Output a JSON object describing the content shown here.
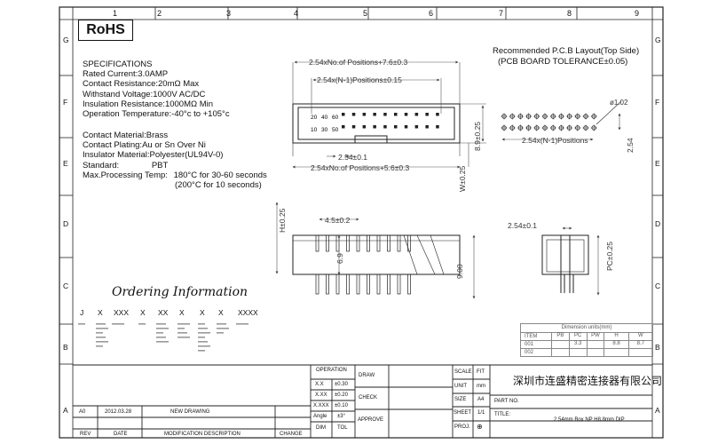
{
  "frame": {
    "columns": [
      "1",
      "2",
      "3",
      "4",
      "5",
      "6",
      "7",
      "8",
      "9"
    ],
    "rows": [
      "G",
      "F",
      "E",
      "D",
      "C",
      "B",
      "A"
    ]
  },
  "logo": "RoHS",
  "specs": {
    "heading": "SPECIFICATIONS",
    "lines": [
      "Rated Current:3.0AMP",
      "Contact Resistance:20mΩ Max",
      "Withstand Voltage:1000V AC/DC",
      "Insulation Resistance:1000MΩ Min",
      "Operation Temperature:-40°c to +105°c"
    ],
    "material_lines": [
      "Contact Material:Brass",
      "Contact Plating:Au or Sn Over Ni",
      "Insulator Material:Polyester(UL94V-0)",
      "Standard:"
    ],
    "standard_value": "PBT",
    "processing_label": "Max.Processing Temp:",
    "processing_line1": "180°C for 30-60 seconds",
    "processing_line2": "(200°C for 10 seconds)"
  },
  "ordering": {
    "title": "Ordering Information",
    "codes": [
      "J",
      "X",
      "XXX",
      "X",
      "XX",
      "X",
      "X",
      "X",
      "XXXX"
    ]
  },
  "dims": {
    "top_overall": "2.54xNo.of Positions+7.6±0.3",
    "top_pitch": "2.54x(N-1)Positions±0.15",
    "height_side": "8.9±0.25",
    "pitch_bottom": "2.54±0.1",
    "body_bottom": "2.54xNo.of Positions+5.6±0.3",
    "width_w": "W±0.25",
    "side_height_h": "H±0.25",
    "side_offset": "4.5±0.2",
    "side_69": "6.9",
    "side_900": "9.00",
    "end_pitch": "2.54±0.1",
    "end_pc": "PC±0.25",
    "pin_labels_top": [
      "20",
      "40",
      "60"
    ],
    "pin_labels_bottom": [
      "10",
      "30",
      "50"
    ]
  },
  "pcb": {
    "title_line1": "Recommended P.C.B Layout(Top Side)",
    "title_line2": "(PCB BOARD TOLERANCE±0.05)",
    "hole": "ø1.02",
    "pitch": "2.54x(N-1)Positions",
    "row_pitch": "2.54"
  },
  "dim_table": {
    "title": "Dimension units(mm)",
    "headers": [
      "ITEM",
      "PB",
      "PC",
      "PW",
      "H",
      "W"
    ],
    "rows": [
      [
        "001",
        "",
        "3.3",
        "",
        "8.8",
        "8.7"
      ],
      [
        "002",
        "",
        "",
        "",
        "",
        ""
      ]
    ]
  },
  "titleblock": {
    "tol_header": "OPERATION",
    "tol_rows": [
      [
        "X.X",
        "±0.30"
      ],
      [
        "X.XX",
        "±0.20"
      ],
      [
        "X.XXX",
        "±0.10"
      ],
      [
        "Angle",
        "±3°"
      ],
      [
        "DIM",
        "TOL"
      ]
    ],
    "draw": "DRAW",
    "check": "CHECK",
    "approve": "APPROVE",
    "scale": "SCALE",
    "scale_val": "FIT",
    "unit": "UNIT",
    "unit_val": "mm",
    "size": "SIZE",
    "size_val": "A4",
    "sheet": "SHEET",
    "sheet_val": "1/1",
    "proj": "PROJ.",
    "company": "深圳市连盛精密连接器有限公司",
    "part_no": "PART NO.",
    "title_label": "TITLE:",
    "title_val": "2.54mm Box NP H8.8mm DIP",
    "rev_row": [
      "A0",
      "2012.03.28",
      "NEW DRAWING",
      "",
      "",
      ""
    ],
    "rev_headers": [
      "REV",
      "DATE",
      "MODIFICATION DESCRIPTION",
      "",
      "CHANGE",
      ""
    ]
  }
}
